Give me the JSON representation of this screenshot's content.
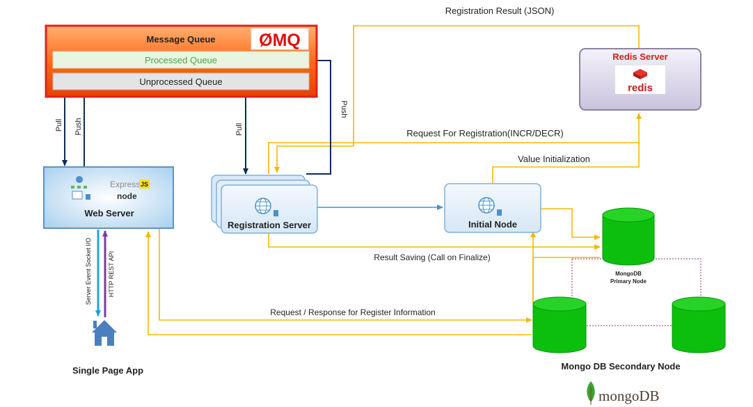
{
  "labels": {
    "registration_result": "Registration Result (JSON)",
    "request_for_registration": "Request For Registration(INCR/DECR)",
    "value_initialization": "Value Initialization",
    "result_saving": "Result Saving (Call on Finalize)",
    "request_response": "Request / Response for Register Information",
    "pull_left": "Pull",
    "push_left": "Push",
    "pull_mid": "Pull",
    "push_right": "Push",
    "server_event": "Server Event Socket I/O",
    "http_rest": "HTTP REST API"
  },
  "message_queue": {
    "title": "Message Queue",
    "logo_text": "ØMQ",
    "processed_queue": "Processed Queue",
    "unprocessed_queue": "Unprocessed Queue"
  },
  "redis": {
    "title": "Redis Server",
    "logo_text": "redis"
  },
  "web_server": {
    "title": "Web Server",
    "express_text": "Express",
    "js_badge": "JS",
    "node_text": "node"
  },
  "registration_server": {
    "title": "Registration Server"
  },
  "initial_node": {
    "title": "Initial Node"
  },
  "mongo_primary": {
    "line1": "MongoDB",
    "line2": "Primary Node"
  },
  "mongo_secondary": {
    "title": "Mongo DB Secondary Node"
  },
  "spa": {
    "title": "Single Page App"
  },
  "mongodb_logo": {
    "text": "mongoDB"
  },
  "colors": {
    "orange_line": "#f5b800",
    "navy_line": "#0b2a5a",
    "blue_line": "#4a90d0",
    "cyan_line": "#1aa3e8",
    "purple_line": "#7a3e98",
    "mongo_green": "#0cbf0c",
    "queue_border": "#e02020"
  }
}
